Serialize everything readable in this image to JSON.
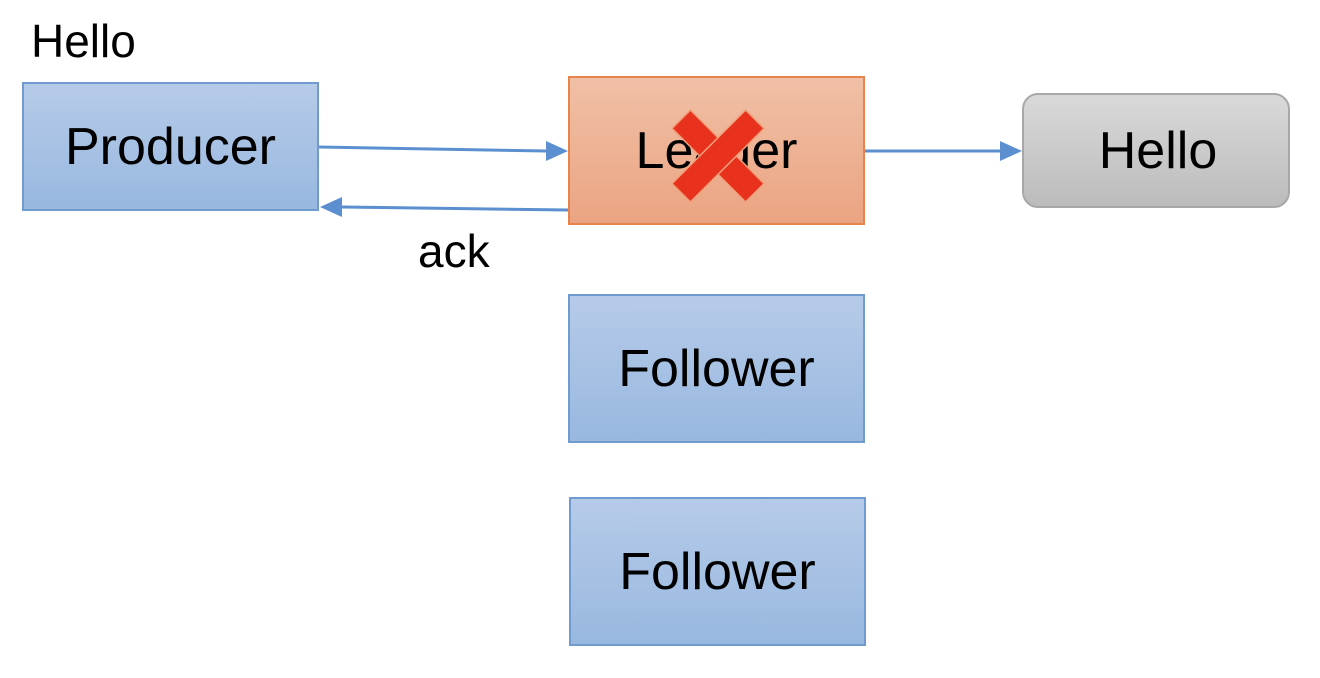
{
  "message": "Hello",
  "nodes": {
    "producer": "Producer",
    "leader": "Leader",
    "follower_1": "Follower",
    "follower_2": "Follower",
    "consumer_result": "Hello"
  },
  "edges": {
    "ack": "ack"
  },
  "colors": {
    "arrow": "#5b8fd0",
    "failure_mark": "#e8321e",
    "failure_mark_outline": "#f0a07a"
  },
  "icons": {
    "failure": "x-mark-icon"
  }
}
